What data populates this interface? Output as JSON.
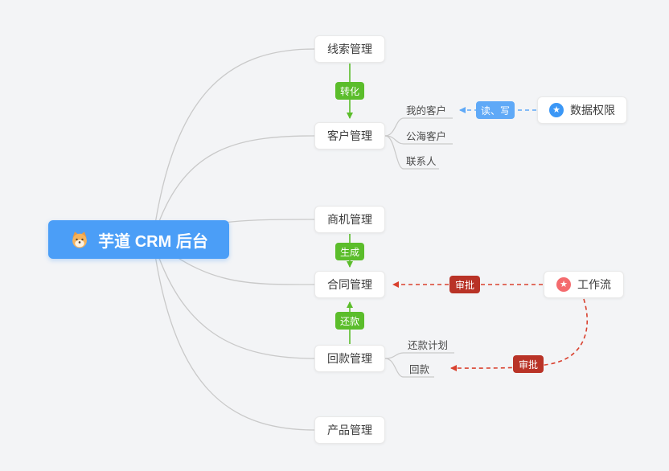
{
  "root": {
    "label": "芋道 CRM 后台",
    "icon": "shiba-logo-icon"
  },
  "modules": [
    {
      "label": "线索管理"
    },
    {
      "label": "客户管理",
      "children": [
        "我的客户",
        "公海客户",
        "联系人"
      ]
    },
    {
      "label": "商机管理"
    },
    {
      "label": "合同管理"
    },
    {
      "label": "回款管理",
      "children": [
        "还款计划",
        "回款"
      ]
    },
    {
      "label": "产品管理"
    }
  ],
  "externals": [
    {
      "label": "数据权限",
      "icon": "star-icon",
      "glyph": "★",
      "icon_color": "#3b97f6"
    },
    {
      "label": "工作流",
      "icon": "star-icon",
      "glyph": "★",
      "icon_color": "#f46b6e"
    }
  ],
  "badges": {
    "convert": "转化",
    "generate": "生成",
    "repay": "还款",
    "read_write": "读、写",
    "approve_contract": "审批",
    "approve_receivable": "审批"
  },
  "colors": {
    "root_blue": "#4b9ef7",
    "badge_green": "#5bbd2b",
    "badge_blue": "#5fa9f7",
    "badge_red": "#b93327",
    "dash_red": "#d9412f",
    "dash_blue": "#5fa9f7",
    "wire_gray": "#c9c9c9",
    "background": "#f3f4f6"
  }
}
